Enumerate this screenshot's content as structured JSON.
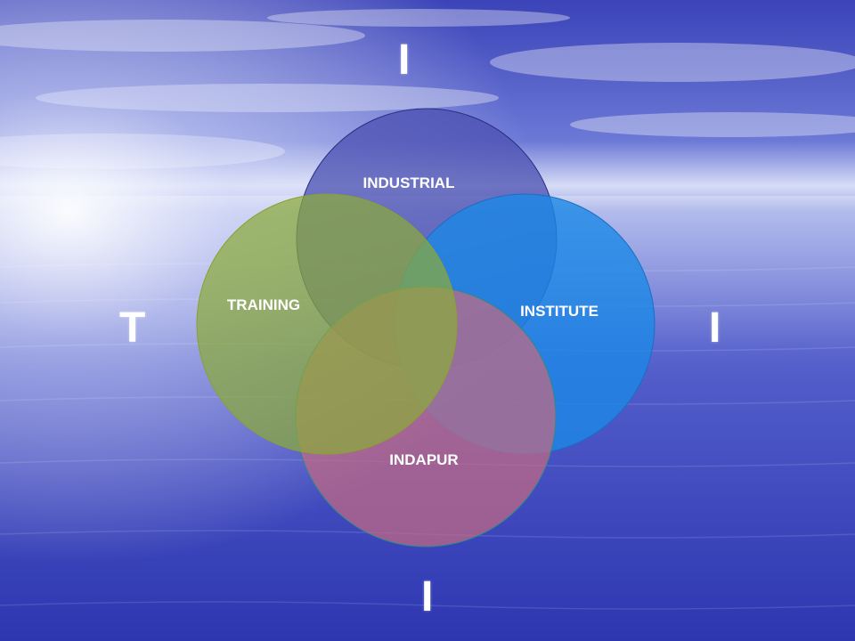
{
  "letters": {
    "top": "I",
    "left": "T",
    "right": "I",
    "bottom": "I"
  },
  "circles": {
    "industrial": {
      "label": "INDUSTRIAL",
      "color": "#4a4fb0"
    },
    "training": {
      "label": "TRAINING",
      "color": "#8aaa3a"
    },
    "institute": {
      "label": "INSTITUTE",
      "color": "#1b88e6"
    },
    "indapur": {
      "label": "INDAPUR",
      "color": "#c46a82"
    }
  }
}
